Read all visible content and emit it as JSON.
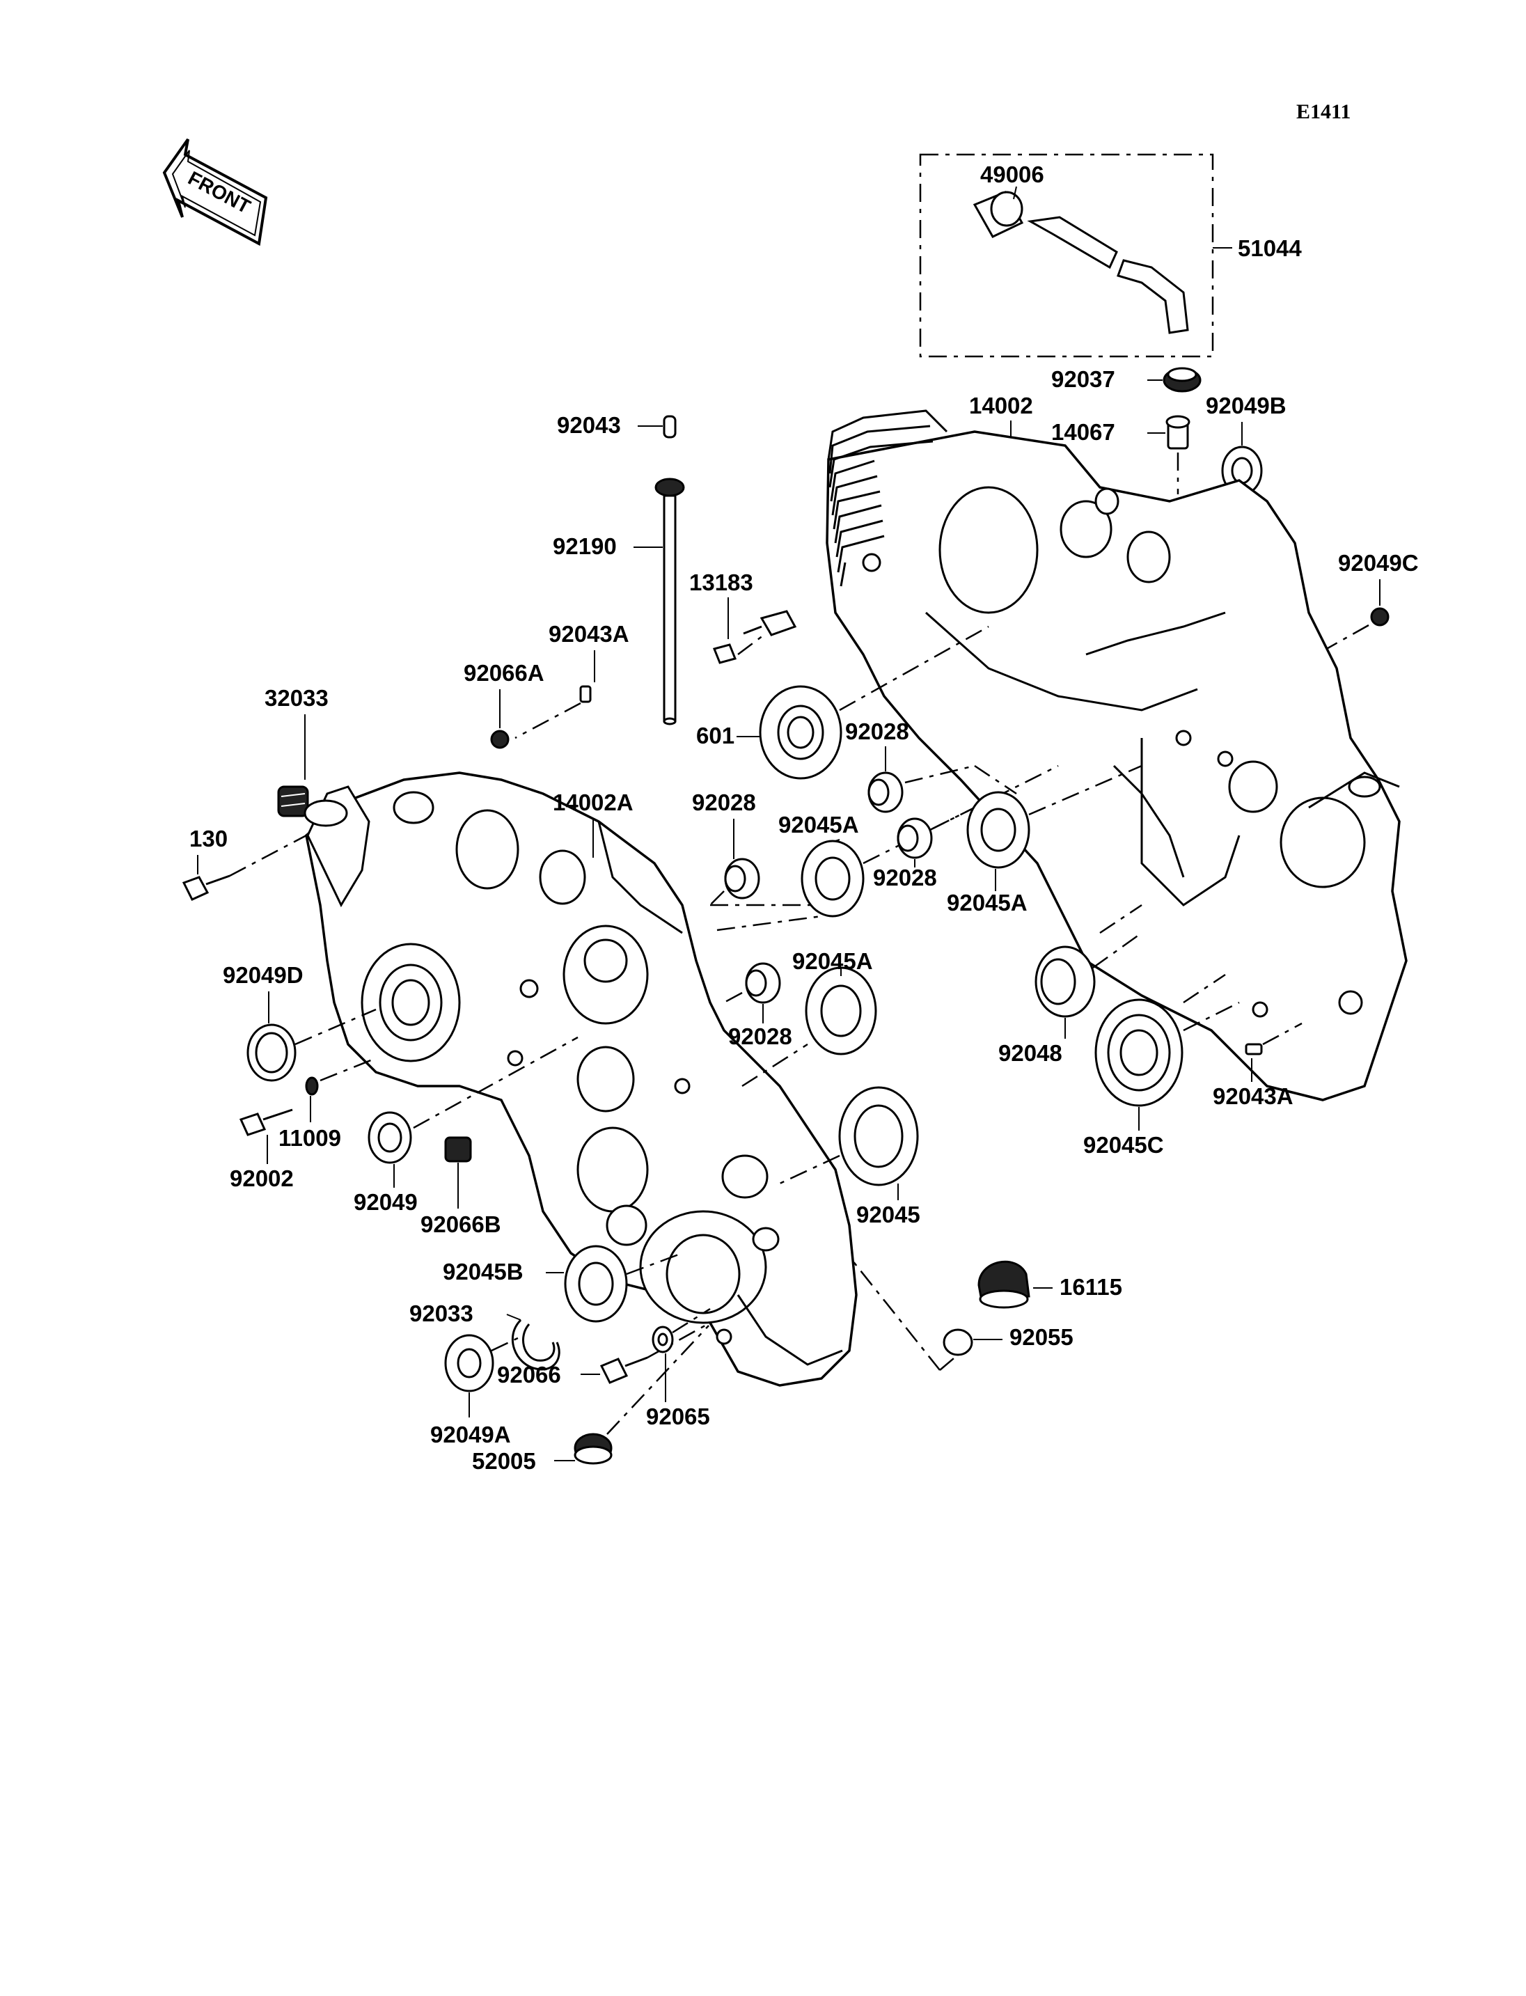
{
  "figure_id": "E1411",
  "front_label": "FRONT",
  "parts": {
    "p49006": "49006",
    "p51044": "51044",
    "p92037": "92037",
    "p14002": "14002",
    "p14067": "14067",
    "p92049B": "92049B",
    "p92043": "92043",
    "p92190": "92190",
    "p13183": "13183",
    "p92049C": "92049C",
    "p92043A_top": "92043A",
    "p92066A": "92066A",
    "p32033": "32033",
    "p601": "601",
    "p92028_a": "92028",
    "p14002A": "14002A",
    "p92028_b": "92028",
    "p92045A_a": "92045A",
    "p92028_c": "92028",
    "p92045A_b": "92045A",
    "p130": "130",
    "p92049D": "92049D",
    "p92045A_c": "92045A",
    "p92028_d": "92028",
    "p92048": "92048",
    "p92043A_bottom": "92043A",
    "p11009": "11009",
    "p92045C": "92045C",
    "p92002": "92002",
    "p92049": "92049",
    "p92066B": "92066B",
    "p92045": "92045",
    "p92045B": "92045B",
    "p16115": "16115",
    "p92033": "92033",
    "p92055": "92055",
    "p92066": "92066",
    "p92065": "92065",
    "p92049A": "92049A",
    "p52005": "52005"
  }
}
